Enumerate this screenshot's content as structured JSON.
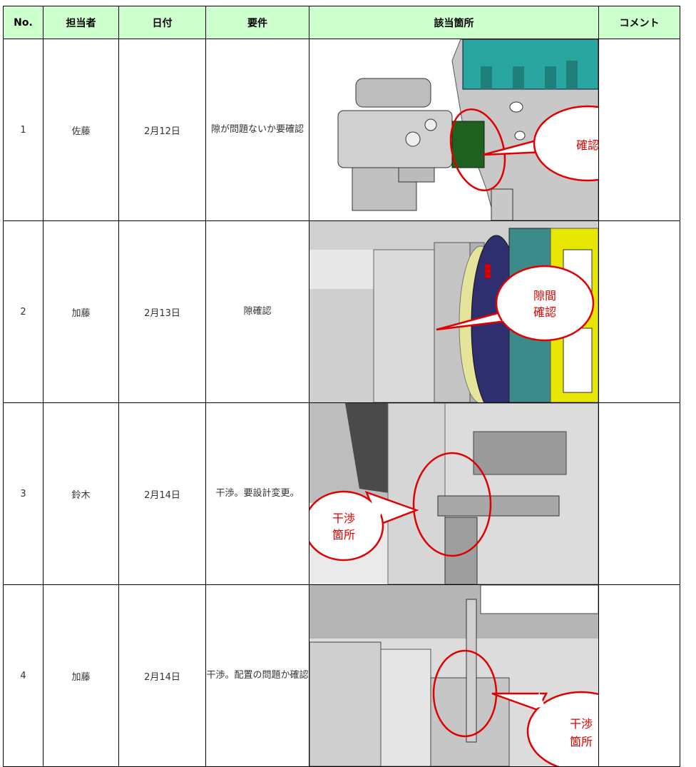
{
  "table": {
    "headers": [
      "No.",
      "担当者",
      "日付",
      "要件",
      "該当箇所",
      "コメント"
    ],
    "rows": [
      {
        "no": "1",
        "person": "佐藤",
        "date": "2月12日",
        "requirement": "隙が問題ないか要確認",
        "callout": [
          "確認"
        ],
        "comment": ""
      },
      {
        "no": "2",
        "person": "加藤",
        "date": "2月13日",
        "requirement": "隙確認",
        "callout": [
          "隙間",
          "確認"
        ],
        "comment": ""
      },
      {
        "no": "3",
        "person": "鈴木",
        "date": "2月14日",
        "requirement": "干渉。要設計変更。",
        "callout": [
          "干渉",
          "箇所"
        ],
        "comment": ""
      },
      {
        "no": "4",
        "person": "加藤",
        "date": "2月14日",
        "requirement": "干渉。配置の問題か確認",
        "callout": [
          "干渉",
          "箇所"
        ],
        "comment": ""
      }
    ]
  },
  "colors": {
    "header_bg": "#ccffcc",
    "callout_red": "#e00000",
    "teal_part": "#2aa6a0",
    "green_part": "#1f5f1f",
    "yellow_part": "#e6e600"
  }
}
